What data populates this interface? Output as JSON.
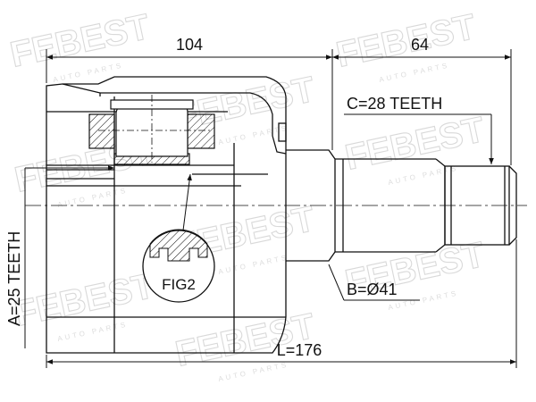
{
  "watermark": {
    "brand": "FEBEST",
    "tagline": "AUTO PARTS"
  },
  "dimensions": {
    "housing_length": "104",
    "shaft_length": "64",
    "overall_length": "L=176"
  },
  "callouts": {
    "outer_spline": "C=28 TEETH",
    "seal_diameter": "B=Ø41",
    "inner_spline": "A=25 TEETH",
    "detail_ref": "FIG2"
  },
  "colors": {
    "line": "#111111",
    "watermark": "#d9d9d9"
  }
}
